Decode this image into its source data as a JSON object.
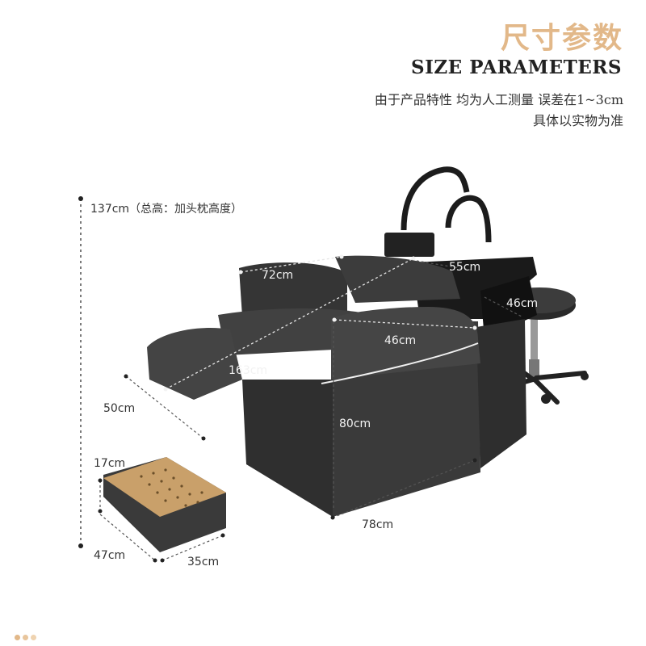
{
  "header": {
    "title_cn": "尺寸参数",
    "title_en": "SIZE PARAMETERS",
    "note_line1": "由于产品特性 均为人工测量 误差在1~3cm",
    "note_line2": "具体以实物为准"
  },
  "dimensions": {
    "total_height": "137cm（总高：加头枕高度）",
    "width_top": "72cm",
    "basin_width": "55cm",
    "basin_depth": "46cm",
    "armrest_length": "46cm",
    "length": "163cm",
    "leg_rest": "50cm",
    "height": "80cm",
    "depth": "78cm",
    "ottoman_height": "17cm",
    "ottoman_width": "47cm",
    "ottoman_depth": "35cm"
  },
  "colors": {
    "accent": "#e2b889",
    "upholstery": "#3a3a3a",
    "ottoman_top": "#c9a06a"
  },
  "footer_dot_colors": [
    "#e2b889",
    "#e8c59c",
    "#efd3b0"
  ]
}
